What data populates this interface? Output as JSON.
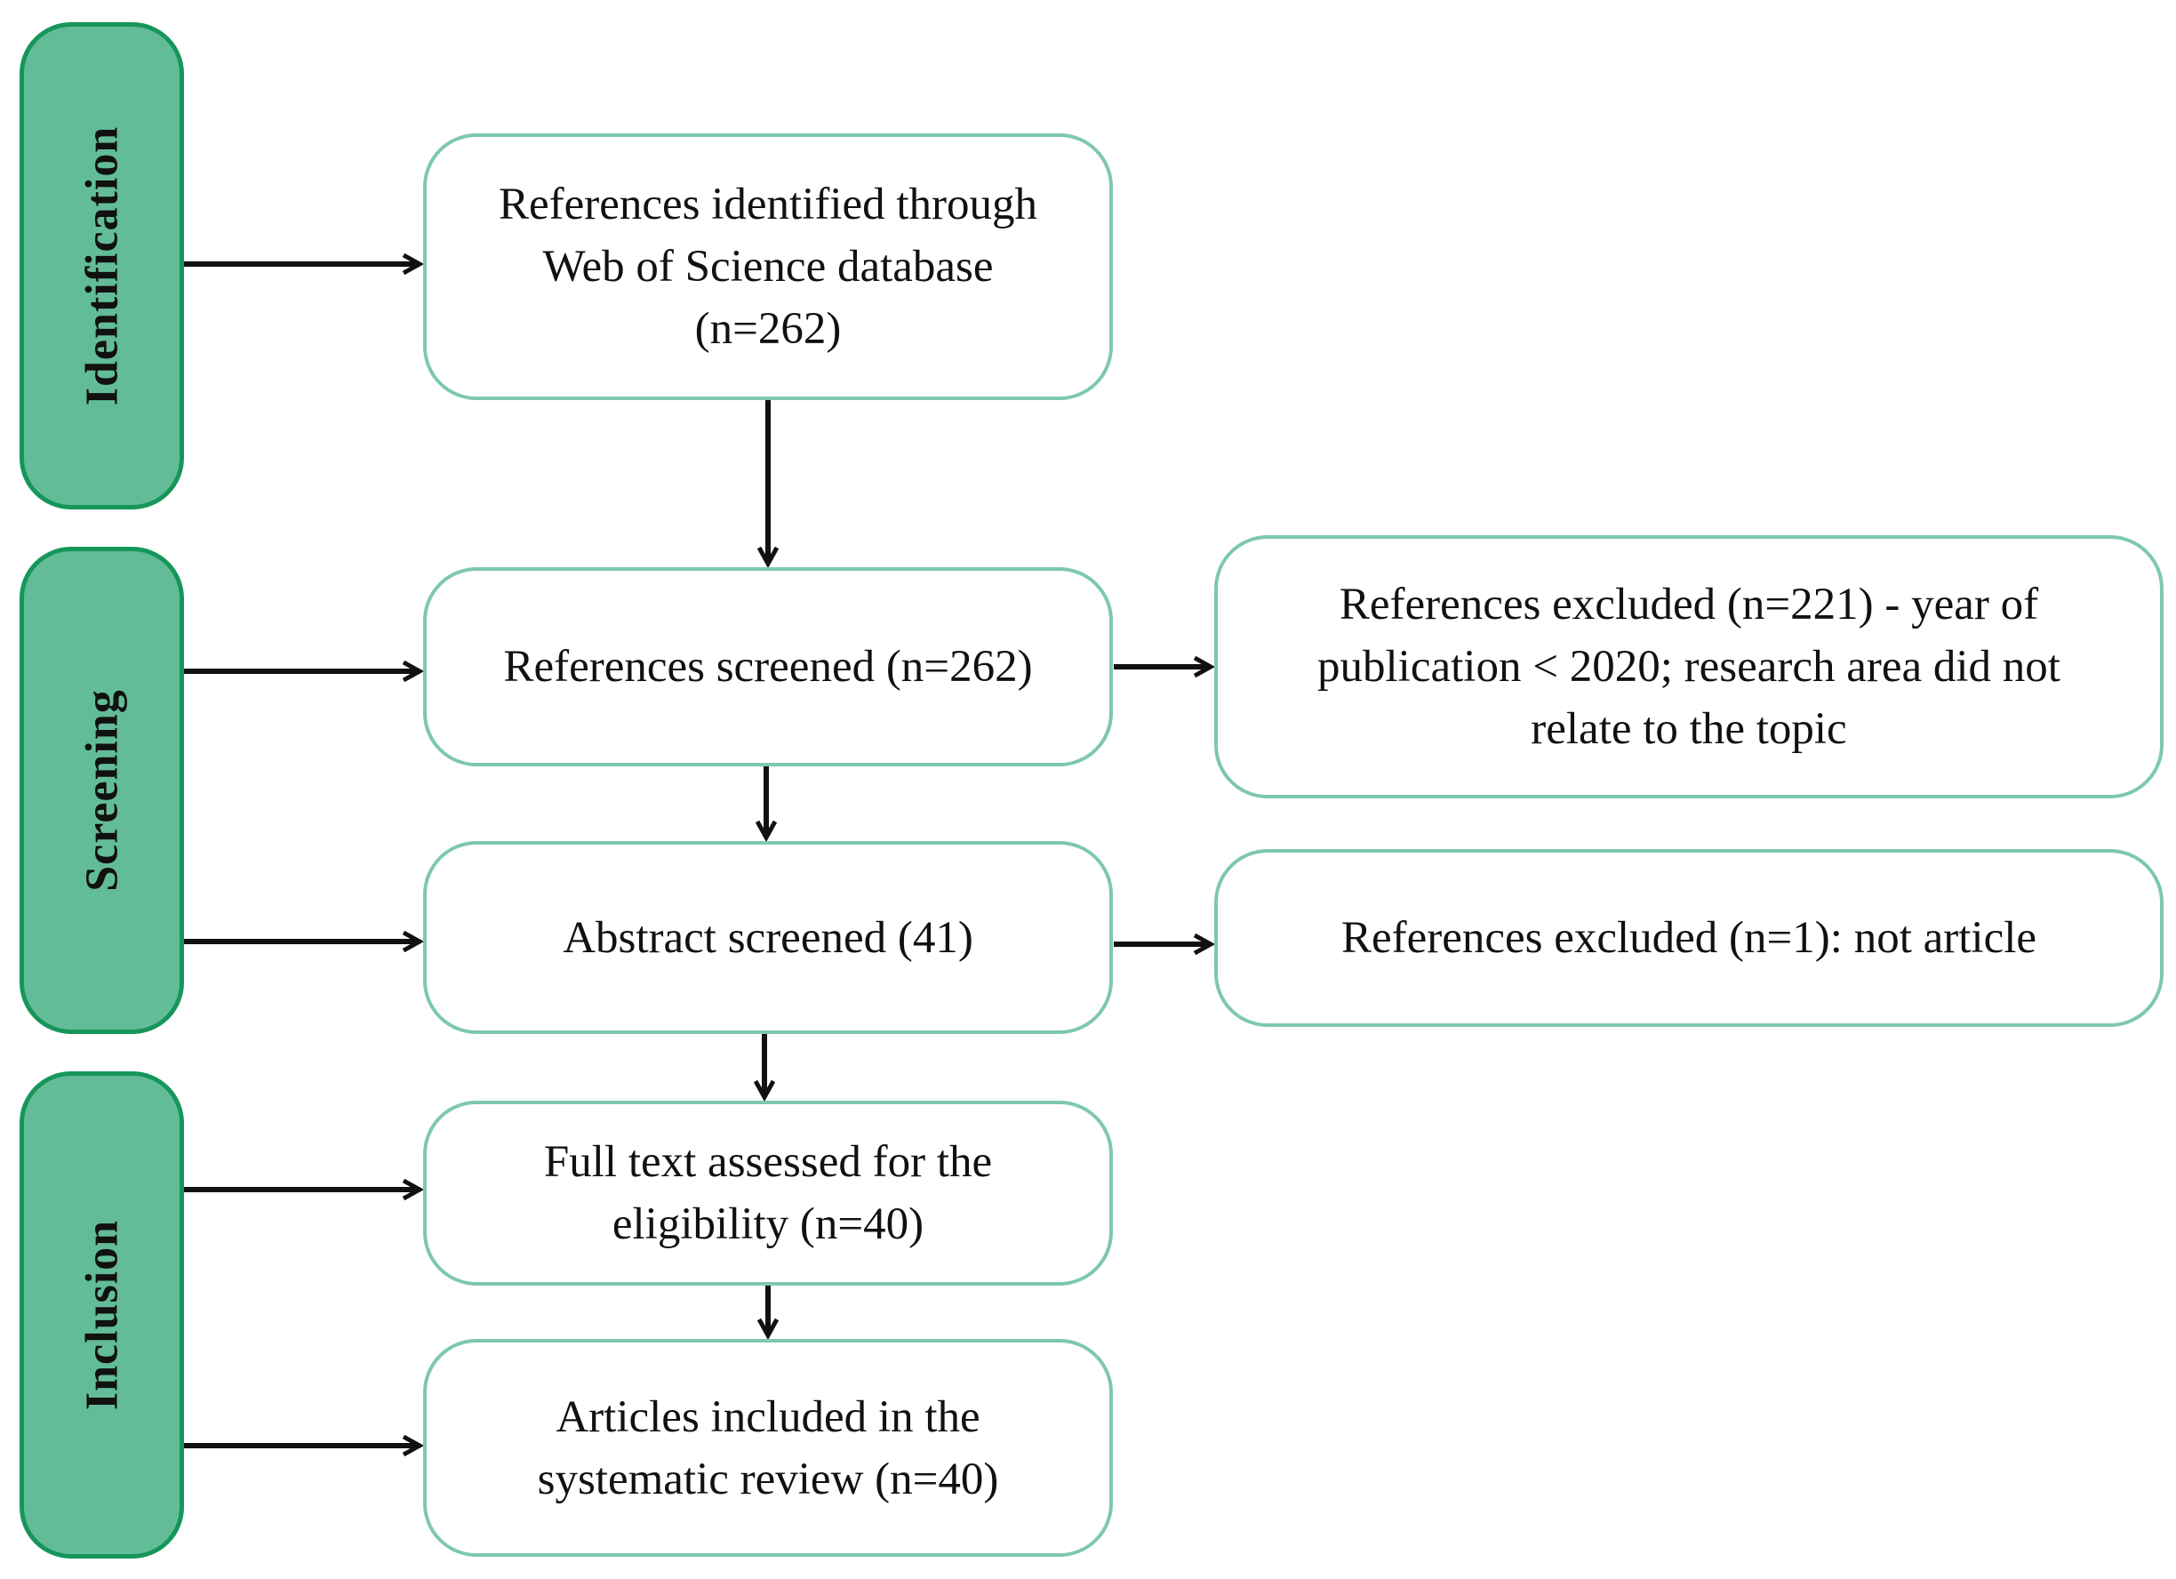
{
  "phases": {
    "identification": "Identification",
    "screening": "Screening",
    "inclusion": "Inclusion"
  },
  "boxes": {
    "identified": "References identified through\nWeb of Science database\n(n=262)",
    "screened": "References screened (n=262)",
    "excluded_1": "References excluded (n=221) - year of\npublication < 2020; research area did not\nrelate to the topic",
    "abstract": "Abstract screened (41)",
    "excluded_2": "References excluded (n=1): not article",
    "full_text": "Full text assessed for the\neligibility (n=40)",
    "included": "Articles included in the\nsystematic review (n=40)"
  },
  "colors": {
    "phase_fill": "#63bc98",
    "phase_border": "#16965a",
    "box_border": "#7ec8ad",
    "arrow": "#111111"
  }
}
